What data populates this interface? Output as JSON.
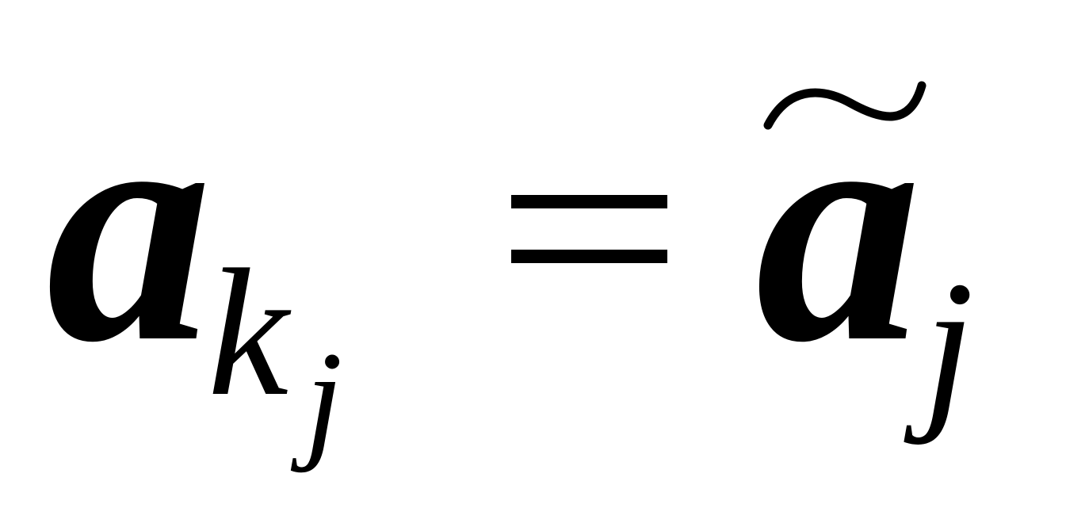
{
  "formula": {
    "lhs": {
      "base": "a",
      "subscript": "k",
      "sub_subscript": "j"
    },
    "operator": "=",
    "rhs": {
      "base": "a",
      "accent": "tilde",
      "subscript": "j"
    }
  }
}
